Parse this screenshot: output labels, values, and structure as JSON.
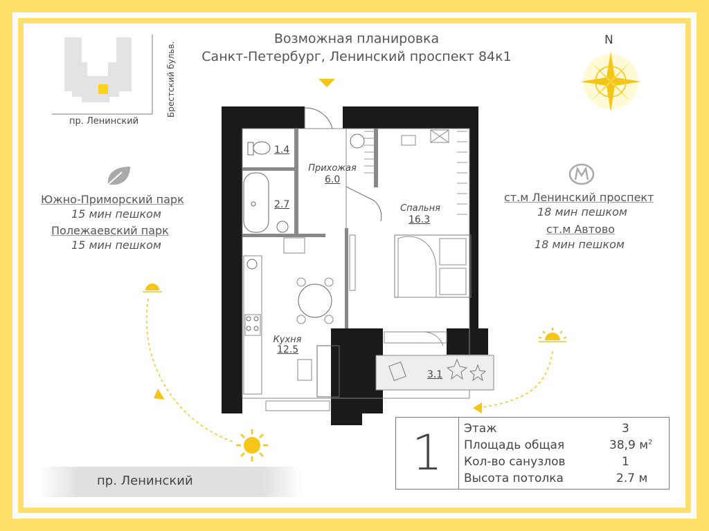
{
  "header": {
    "title_line1": "Возможная планировка",
    "title_line2": "Санкт-Петербург, Ленинский проспект 84к1"
  },
  "compass": {
    "label": "N"
  },
  "minimap": {
    "street_horizontal": "пр. Ленинский",
    "street_vertical": "Брестский бульв."
  },
  "parks": {
    "park1_name": "Южно-Приморский парк",
    "park1_time": "15 мин пешком",
    "park2_name": "Полежаевский парк",
    "park2_time": "15 мин пешком"
  },
  "metro": {
    "station1_name": "ст.м Ленинский проспект",
    "station1_time": "18 мин пешком",
    "station2_name": "ст.м Автово",
    "station2_time": "18 мин пешком"
  },
  "rooms": {
    "wc_area": "1.4",
    "bath_area": "2.7",
    "hall_name": "Прихожая",
    "hall_area": "6.0",
    "bedroom_name": "Спальня",
    "bedroom_area": "16.3",
    "kitchen_name": "Кухня",
    "kitchen_area": "12.5",
    "balcony_area": "3.1"
  },
  "street_bottom": "пр. Ленинский",
  "info": {
    "rooms_count": "1",
    "floor_label": "Этаж",
    "floor_value": "3",
    "area_label": "Площадь общая",
    "area_value": "38,9 м",
    "area_sup": "2",
    "bathrooms_label": "Кол-во санузлов",
    "bathrooms_value": "1",
    "ceiling_label": "Высота потолка",
    "ceiling_value": "2.7 м"
  },
  "colors": {
    "accent_yellow": "#FDE16A",
    "wall_black": "#1a1a1a"
  }
}
